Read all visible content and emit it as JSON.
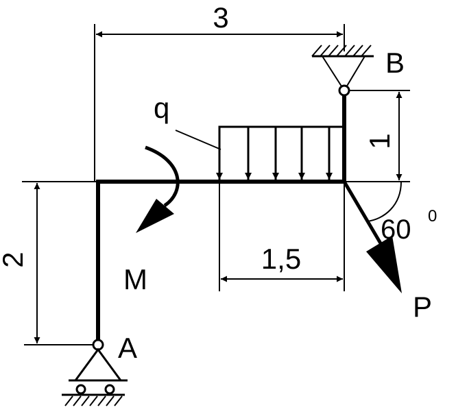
{
  "diagram": {
    "labels": {
      "dim_top": "3",
      "dim_right": "1",
      "dim_bottom": "1,5",
      "dim_left": "2",
      "support_a": "A",
      "support_b": "B",
      "load_q": "q",
      "moment": "M",
      "force": "P",
      "angle_value": "60",
      "angle_unit": "0"
    },
    "colors": {
      "ink": "#000000",
      "background": "#ffffff"
    }
  }
}
